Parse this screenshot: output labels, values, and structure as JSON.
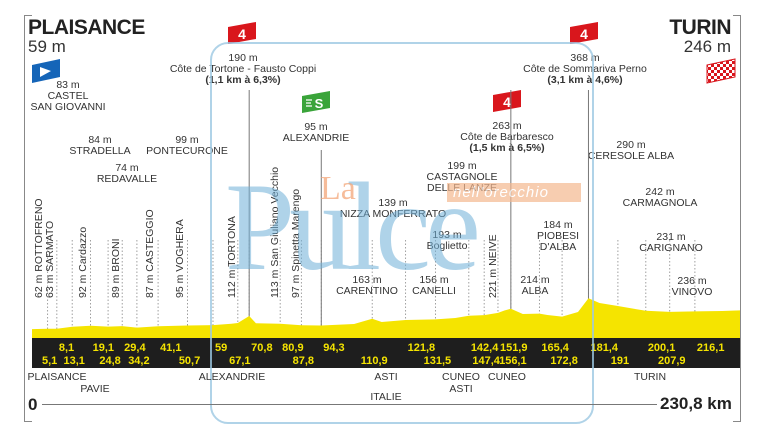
{
  "chart_data": {
    "type": "area",
    "title": "Plaisance – Turin",
    "total_distance_km": 230.8,
    "xlabel": "km",
    "x_range": [
      0,
      230.8
    ],
    "start": {
      "name": "PLAISANCE",
      "altitude": "59 m"
    },
    "finish": {
      "name": "TURIN",
      "altitude": "246 m"
    },
    "distance_axis": {
      "start_label": "0",
      "end_label": "230,8 km"
    },
    "climbs": [
      {
        "category": "4",
        "altitude": "190 m",
        "name": "Côte de Tortone - Fausto Coppi",
        "detail": "(1,1 km à 6,3%)",
        "km": 70.8
      },
      {
        "category": "4",
        "altitude": "263 m",
        "name": "Côte de Barbaresco",
        "detail": "(1,5 km à 6,5%)",
        "km": 156.1
      },
      {
        "category": "4",
        "altitude": "368 m",
        "name": "Côte de Sommariva Perno",
        "detail": "(3,1 km à 4,6%)",
        "km": 181.4
      }
    ],
    "sprint": {
      "icon": "S",
      "altitude": "95 m",
      "name": "ALEXANDRIE",
      "km": 94.3
    },
    "waypoints_horizontal": [
      {
        "altitude": "83 m",
        "name": "CASTEL SAN GIOVANNI",
        "km": 13.1
      },
      {
        "altitude": "84 m",
        "name": "STRADELLA",
        "km": 24.8
      },
      {
        "altitude": "74 m",
        "name": "REDAVALLE",
        "km": 34.2
      },
      {
        "altitude": "99 m",
        "name": "PONTECURONE",
        "km": 59
      },
      {
        "altitude": "139 m",
        "name": "NIZZA MONFERRATO",
        "km": 131.5
      },
      {
        "altitude": "163 m",
        "name": "CARENTINO",
        "km": 110.9
      },
      {
        "altitude": "156 m",
        "name": "CANELLI",
        "km": 131.5
      },
      {
        "altitude": "199 m",
        "name": "CASTAGNOLE DELLE LANZE",
        "km": 147.4
      },
      {
        "altitude": "193 m",
        "name": "Boglietto",
        "km": 142.4
      },
      {
        "altitude": "214 m",
        "name": "ALBA",
        "km": 165.4
      },
      {
        "altitude": "184 m",
        "name": "PIOBESI D'ALBA",
        "km": 172.8
      },
      {
        "altitude": "290 m",
        "name": "CERESOLE ALBA",
        "km": 191
      },
      {
        "altitude": "242 m",
        "name": "CARMAGNOLA",
        "km": 200.1
      },
      {
        "altitude": "231 m",
        "name": "CARIGNANO",
        "km": 207.9
      },
      {
        "altitude": "236 m",
        "name": "VINOVO",
        "km": 216.1
      }
    ],
    "waypoints_vertical": [
      {
        "label": "62 m ROTTOFRENO",
        "km": 5.1
      },
      {
        "label": "63 m SARMATO",
        "km": 8.1
      },
      {
        "label": "92 m Cardazzo",
        "km": 19.1
      },
      {
        "label": "89 m BRONI",
        "km": 29.4
      },
      {
        "label": "87 m CASTEGGIO",
        "km": 41.1
      },
      {
        "label": "95 m VOGHERA",
        "km": 50.7
      },
      {
        "label": "112 m TORTONA",
        "km": 67.1
      },
      {
        "label": "113 m San Giuliano Vecchio",
        "km": 80.9
      },
      {
        "label": "97 m Spinetta Marengo",
        "km": 87.8
      },
      {
        "label": "221 m NEIVE",
        "km": 151.9
      }
    ],
    "km_markers_top": [
      "8,1",
      "19,1",
      "29,4",
      "41,1",
      "59",
      "70,8",
      "80,9",
      "94,3",
      "121,8",
      "142,4",
      "151,9",
      "165,4",
      "181,4",
      "200,1",
      "216,1"
    ],
    "km_markers_bottom": [
      "5,1",
      "13,1",
      "24,8",
      "34,2",
      "50,7",
      "67,1",
      "87,8",
      "110,9",
      "131,5",
      "147,4",
      "156,1",
      "172,8",
      "191",
      "207,9"
    ],
    "km_markers_top_values": [
      8.1,
      19.1,
      29.4,
      41.1,
      59,
      70.8,
      80.9,
      94.3,
      121.8,
      142.4,
      151.9,
      165.4,
      181.4,
      200.1,
      216.1
    ],
    "km_markers_bottom_values": [
      5.1,
      13.1,
      24.8,
      34.2,
      50.7,
      67.1,
      87.8,
      110.9,
      131.5,
      147.4,
      156.1,
      172.8,
      191,
      207.9
    ],
    "profile": {
      "km": [
        0,
        5.1,
        8.1,
        13.1,
        19.1,
        24.8,
        29.4,
        34.2,
        41.1,
        50.7,
        59,
        65,
        67.1,
        70.8,
        73,
        80.9,
        87.8,
        94.3,
        105,
        110.9,
        114,
        121.8,
        131.5,
        138,
        142.4,
        147.4,
        151.9,
        154,
        156.1,
        160,
        165.4,
        168,
        172.8,
        178,
        181.4,
        185,
        191,
        200.1,
        207.9,
        216.1,
        225,
        230.8
      ],
      "altitude_m": [
        59,
        62,
        63,
        83,
        92,
        84,
        89,
        74,
        87,
        95,
        99,
        112,
        120,
        190,
        118,
        113,
        97,
        95,
        110,
        163,
        130,
        150,
        156,
        170,
        193,
        199,
        221,
        245,
        263,
        210,
        214,
        200,
        184,
        230,
        368,
        320,
        290,
        242,
        231,
        236,
        240,
        246
      ]
    },
    "bottom_regions": [
      {
        "name": "PLAISANCE",
        "km": 5
      },
      {
        "name": "PAVIE",
        "km": 24
      },
      {
        "name": "ALEXANDRIE",
        "km": 83
      },
      {
        "name": "ASTI",
        "km": 132
      },
      {
        "name": "CUNEO",
        "km": 156
      },
      {
        "name": "ASTI",
        "km": 156
      },
      {
        "name": "CUNEO",
        "km": 174
      },
      {
        "name": "ITALIE",
        "km": 132
      },
      {
        "name": "TURIN",
        "km": 219
      }
    ],
    "colors": {
      "profile_fill": "#f5e400",
      "band": "#1e1e1e",
      "band_text": "#f5e400",
      "climb_flag": "#d9161c",
      "sprint_flag": "#3aa43a",
      "start_flag": "#1565b8"
    }
  },
  "watermark": {
    "line1": "La",
    "line2": "Pulce",
    "line3": "nell'orecchio"
  }
}
